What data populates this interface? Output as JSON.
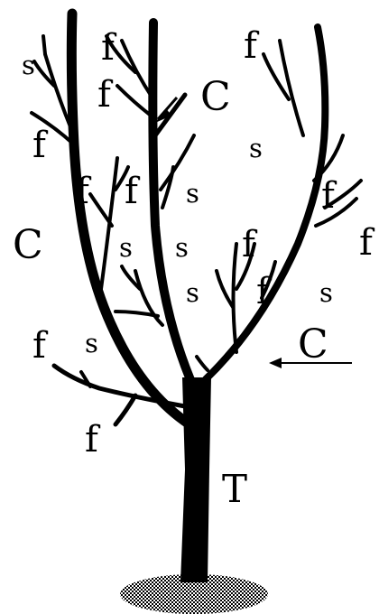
{
  "labels": {
    "f": "f",
    "s": "s",
    "C": "C",
    "T": "T"
  },
  "colors": {
    "ink": "#000000",
    "background": "#ffffff",
    "soil": "#808080"
  }
}
